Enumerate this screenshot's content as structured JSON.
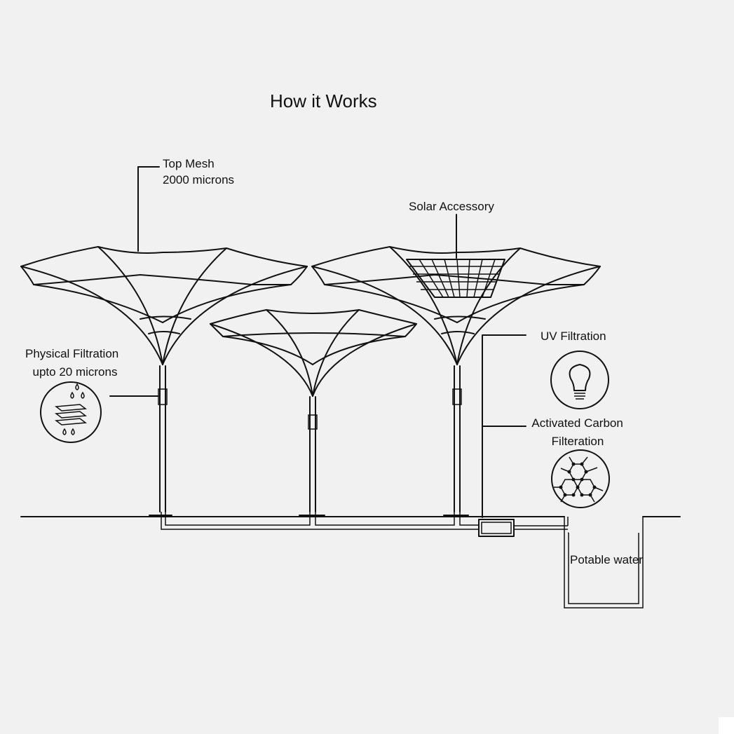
{
  "title": "How it Works",
  "labels": {
    "top_mesh": [
      "Top Mesh",
      "2000 microns"
    ],
    "solar": "Solar Accessory",
    "physical": [
      "Physical Filtration",
      "upto 20 microns"
    ],
    "uv": "UV Filtration",
    "carbon": [
      "Activated Carbon",
      "Filteration"
    ],
    "potable": "Potable water"
  },
  "icons": {
    "physical": "filter-layers-drops-icon",
    "uv": "light-bulb-icon",
    "carbon": "carbon-molecule-icon"
  }
}
